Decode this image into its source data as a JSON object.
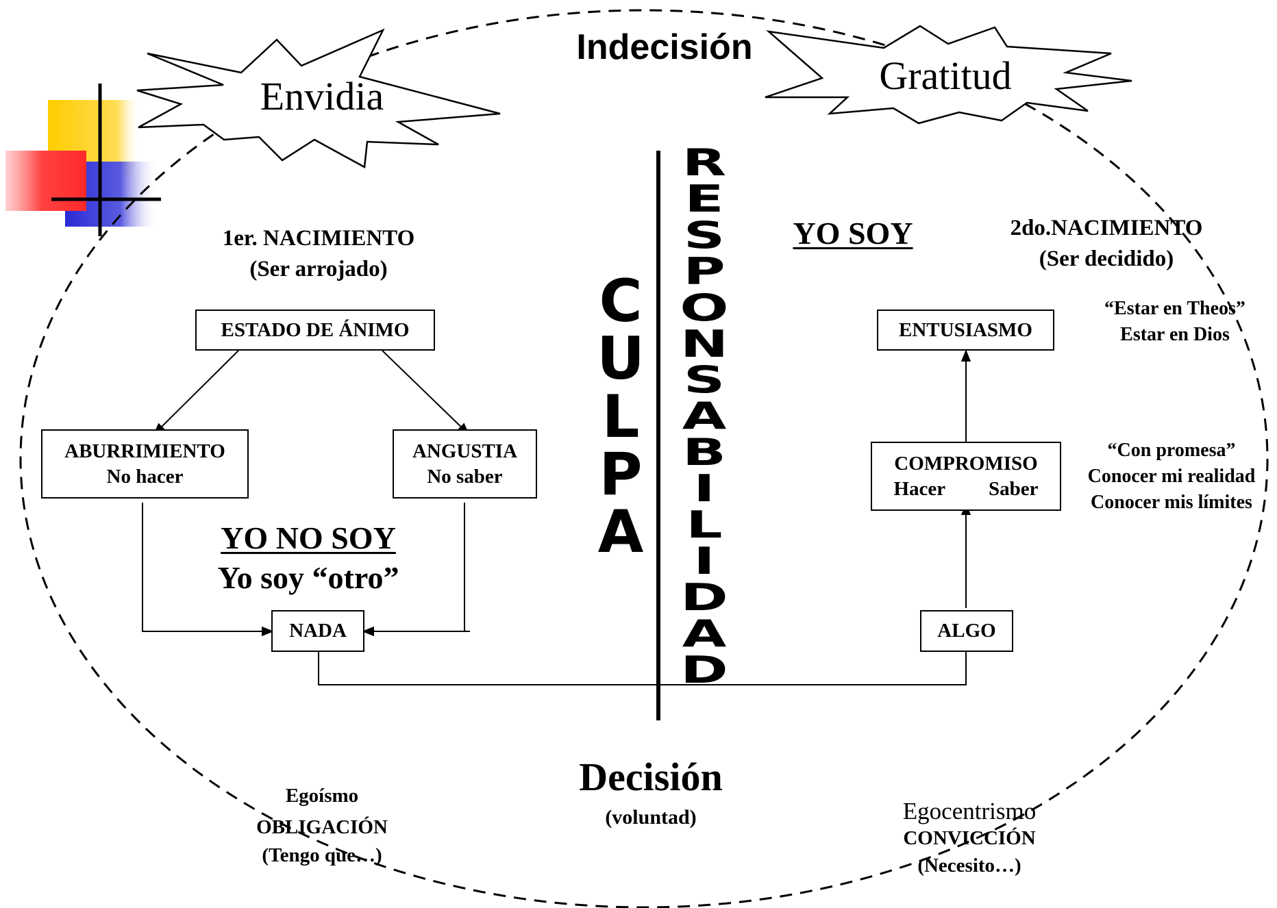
{
  "top_label": "Indecisión",
  "bursts": {
    "left": "Envidia",
    "right": "Gratitud"
  },
  "left": {
    "birth_title": "1er. NACIMIENTO",
    "birth_subtitle": "(Ser arrojado)",
    "state_box": "ESTADO DE ÁNIMO",
    "boredom_box": {
      "line1": "ABURRIMIENTO",
      "line2": "No hacer"
    },
    "anguish_box": {
      "line1": "ANGUSTIA",
      "line2": "No saber"
    },
    "yo_no_soy": "YO NO SOY",
    "yo_otro": "Yo soy “otro”",
    "nada_box": "NADA",
    "bottom": {
      "line1": "Egoísmo",
      "line2": "OBLIGACIÓN",
      "line3": "(Tengo que…)"
    }
  },
  "center": {
    "culpa_letters": [
      "C",
      "U",
      "L",
      "P",
      "A"
    ],
    "responsabilidad_letters": [
      "R",
      "E",
      "S",
      "P",
      "O",
      "N",
      "S",
      "A",
      "B",
      "I",
      "L",
      "I",
      "D",
      "A",
      "D"
    ],
    "decision": "Decisión",
    "voluntad": "(voluntad)"
  },
  "right": {
    "yo_soy": "YO SOY",
    "birth_title": "2do.NACIMIENTO",
    "birth_subtitle": "(Ser decidido)",
    "theos_line1": "“Estar en Theos”",
    "theos_line2": "Estar en Dios",
    "entusiasmo_box": "ENTUSIASMO",
    "compromiso_box": {
      "line1": "COMPROMISO",
      "left": "Hacer",
      "right": "Saber"
    },
    "promesa_line1": "“Con promesa”",
    "promesa_line2": "Conocer mi realidad",
    "promesa_line3": "Conocer mis límites",
    "algo_box": "ALGO",
    "bottom": {
      "line1": "Egocentrismo",
      "line2": "CONVICCIÓN",
      "line3": "(Necesito…)"
    }
  },
  "colors": {
    "logo_yellow": "#ffcc00",
    "logo_red": "#ff3b3b",
    "logo_blue": "#2b2bd6",
    "ink": "#000000"
  }
}
